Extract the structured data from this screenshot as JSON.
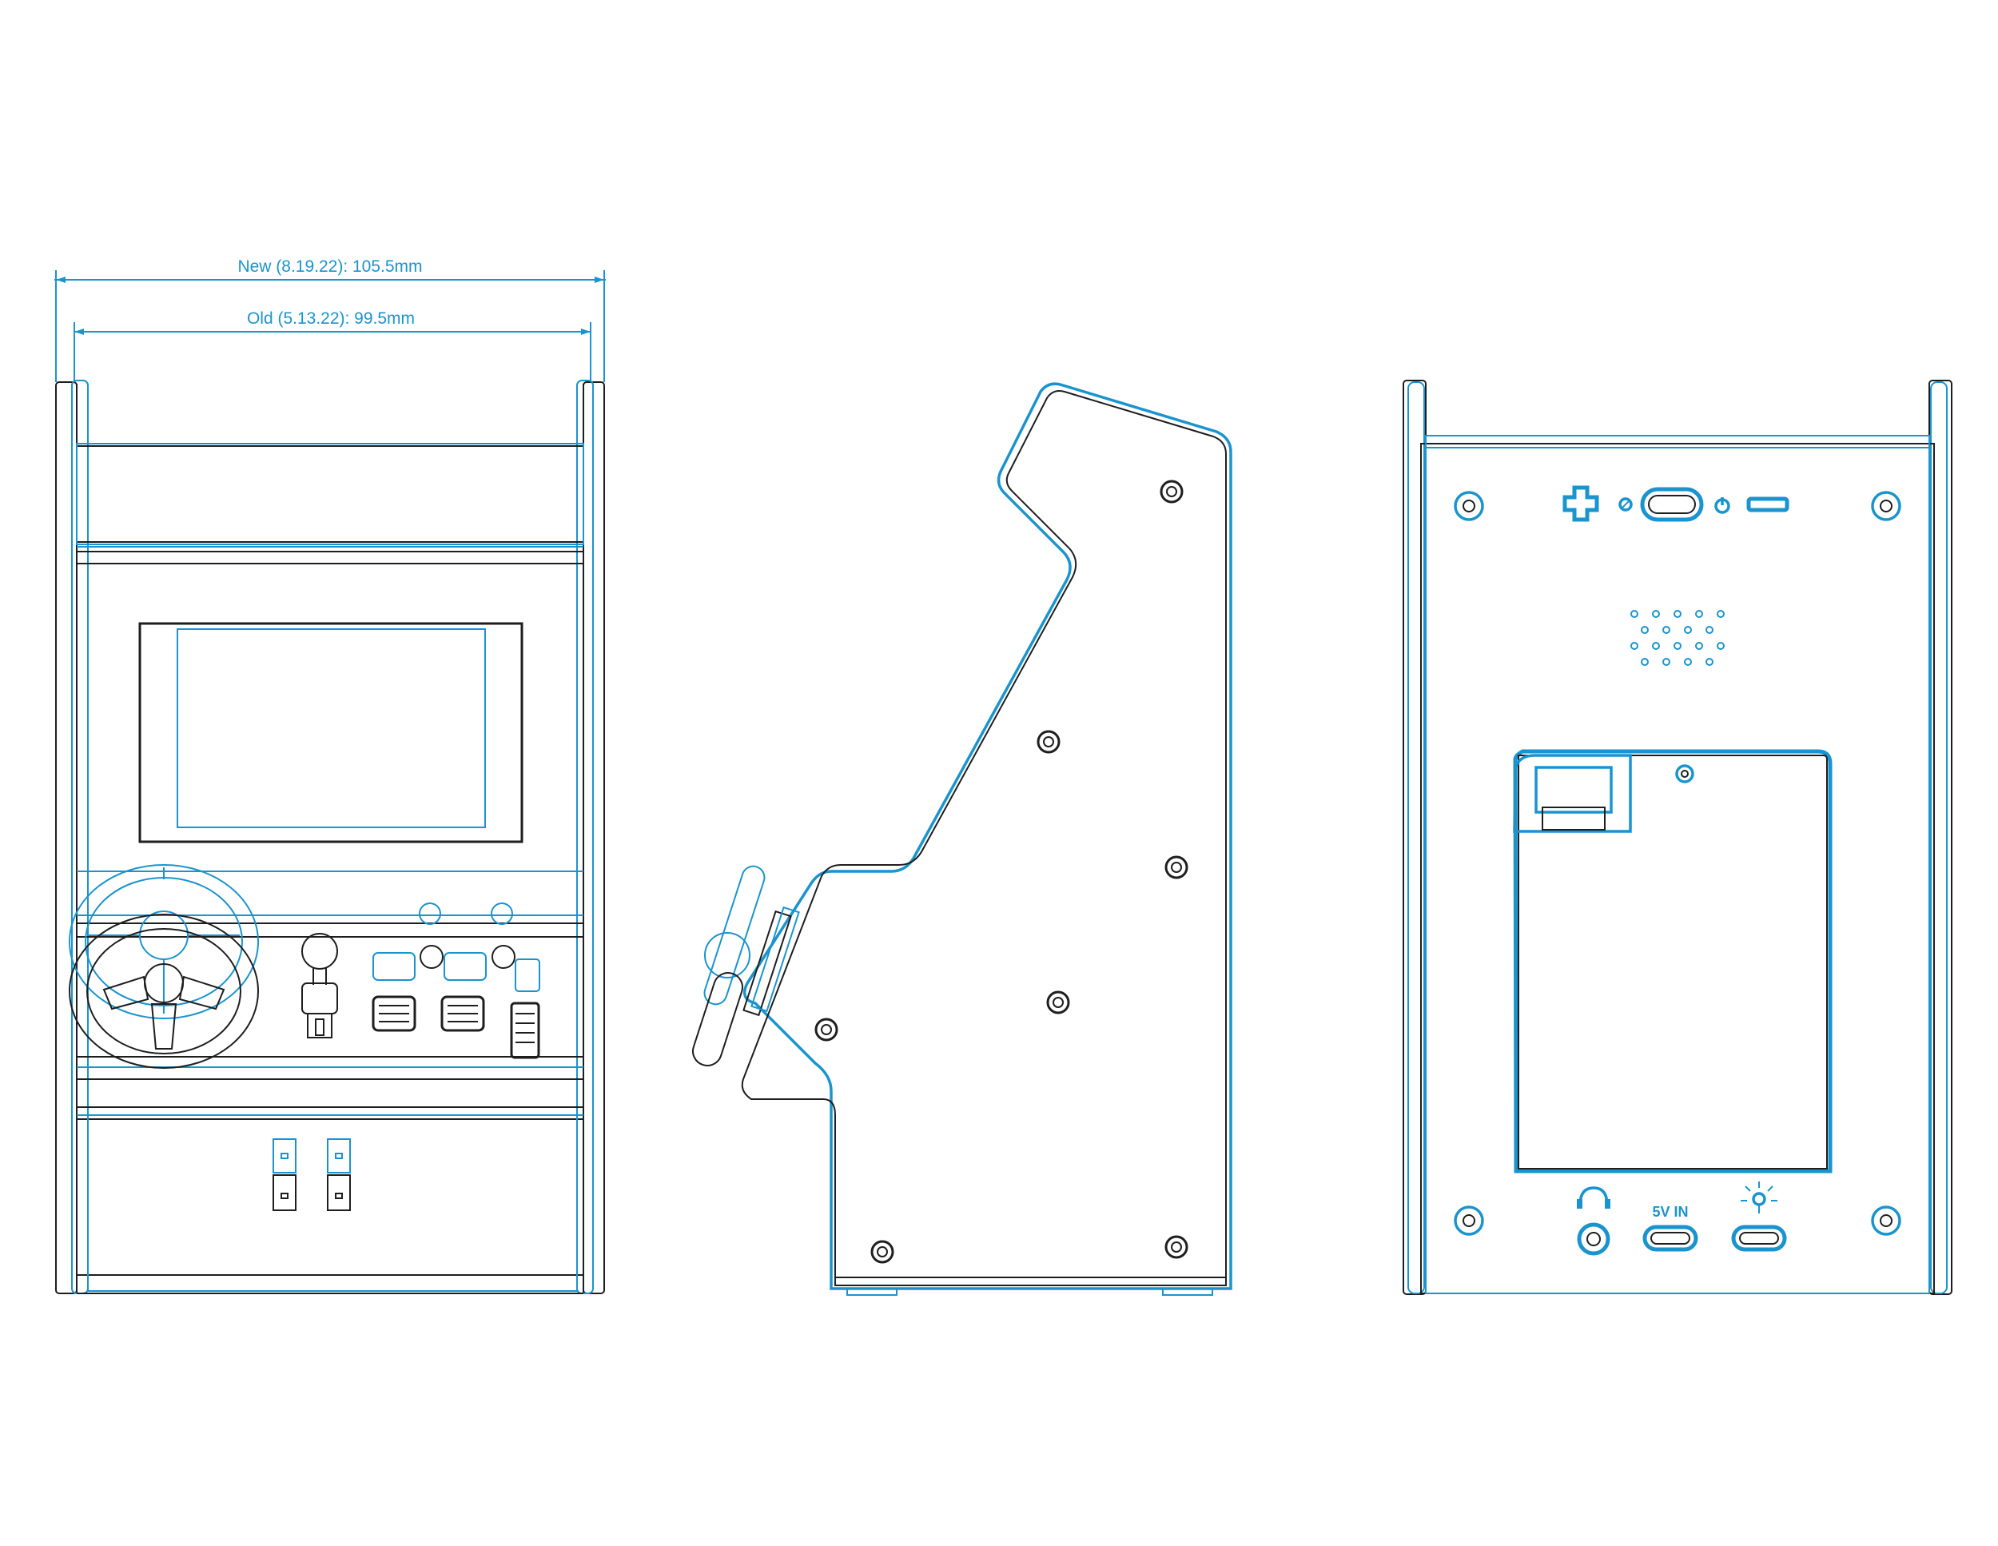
{
  "dimensions": {
    "new_width": "New (8.19.22): 105.5mm",
    "old_width": "Old (5.13.22): 99.5mm"
  },
  "back_panel": {
    "power_label": "5V IN"
  },
  "colors": {
    "new_outline": "#1a94cf",
    "old_outline": "#1e1e1e",
    "background": "#ffffff"
  },
  "icons": [
    "plus-icon",
    "minus-icon",
    "power-icon",
    "brightness-icon",
    "headphones-icon",
    "light-bulb-icon",
    "speaker-grille-icon"
  ]
}
